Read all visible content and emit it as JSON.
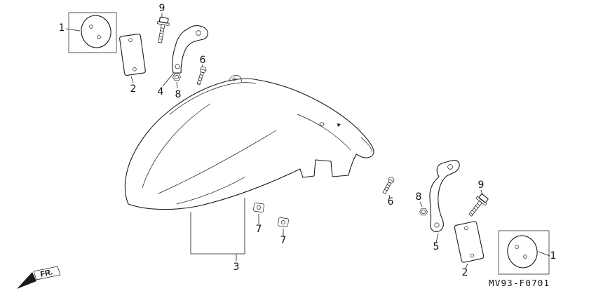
{
  "diagram": {
    "part_code": "MV93-F0701",
    "front_marker": "FR.",
    "colors": {
      "ink": "#1a1a1a",
      "background": "#ffffff"
    },
    "callouts": {
      "reflector_round_left": "1",
      "reflector_plate_left": "2",
      "bolt_left": "9",
      "bracket_left": "4",
      "nut_left": "8",
      "screw_left": "6",
      "fender": "3",
      "clip_front": "7",
      "clip_rear": "7",
      "screw_right": "6",
      "nut_right": "8",
      "bracket_right": "5",
      "bolt_right": "9",
      "reflector_plate_right": "2",
      "reflector_round_right": "1"
    }
  }
}
